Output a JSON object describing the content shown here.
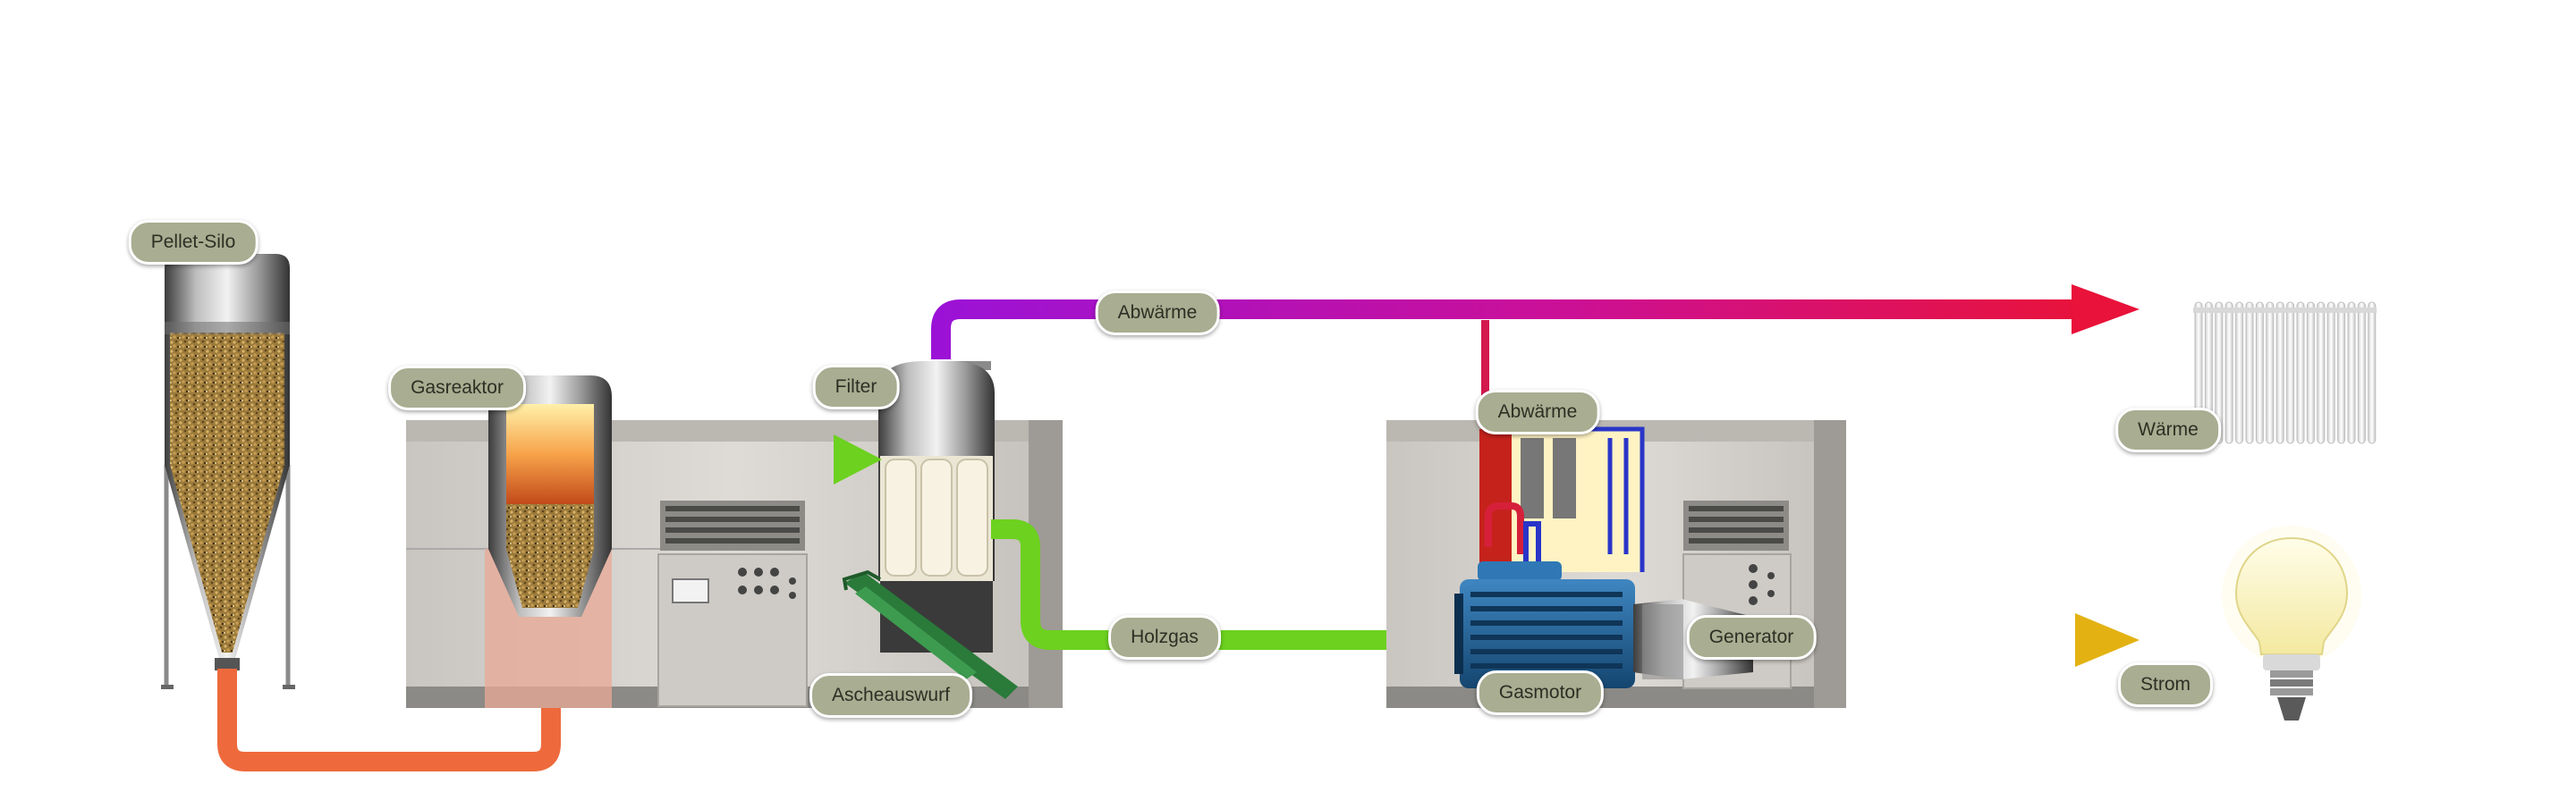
{
  "labels": {
    "pellet_silo": "Pellet-Silo",
    "gasreaktor": "Gasreaktor",
    "filter": "Filter",
    "abwaerme_top": "Abwärme",
    "abwaerme_engine": "Abwärme",
    "holzgas": "Holzgas",
    "ascheauswurf": "Ascheauswurf",
    "gasmotor": "Gasmotor",
    "generator": "Generator",
    "waerme": "Wärme",
    "strom": "Strom"
  },
  "colors": {
    "background": "#ffffff",
    "label_fill": "#a9ad91",
    "label_text": "#2d2f24",
    "pellet_flow": "#ee6a3c",
    "gas_flow": "#6cd11f",
    "heat_flow_start": "#9b12d6",
    "heat_flow_end": "#e8123a",
    "power_flow_start": "#f3d23c",
    "power_flow_end": "#e3b212",
    "cabinet": "#d6d3cf",
    "engine_blue": "#1f5f96"
  },
  "icons": [
    "pellet-silo-icon",
    "gas-reactor-icon",
    "filter-icon",
    "ash-ejector-icon",
    "gas-engine-icon",
    "generator-icon",
    "radiator-icon",
    "light-bulb-icon"
  ]
}
